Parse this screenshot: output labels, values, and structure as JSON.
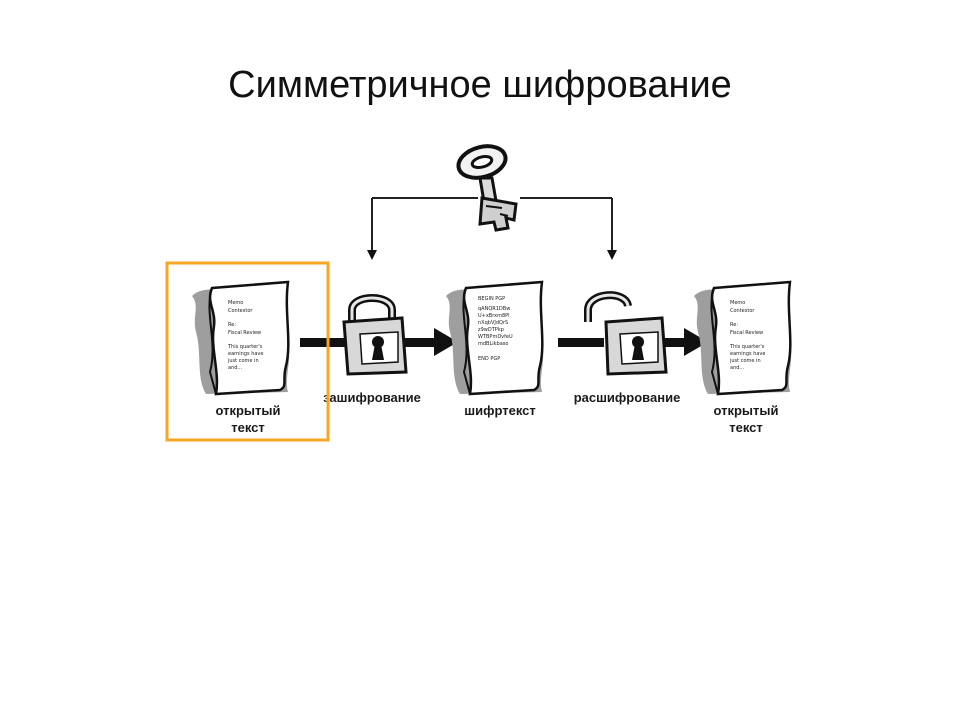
{
  "slide": {
    "title": "Симметричное шифрование"
  },
  "diagram": {
    "plaintext_label_line1": "открытый",
    "plaintext_label_line2": "текст",
    "encrypt_label": "зашифрование",
    "ciphertext_label": "шифртекст",
    "decrypt_label": "расшифрование",
    "result_label_line1": "открытый",
    "result_label_line2": "текст",
    "highlight_color": "#f5a623"
  }
}
